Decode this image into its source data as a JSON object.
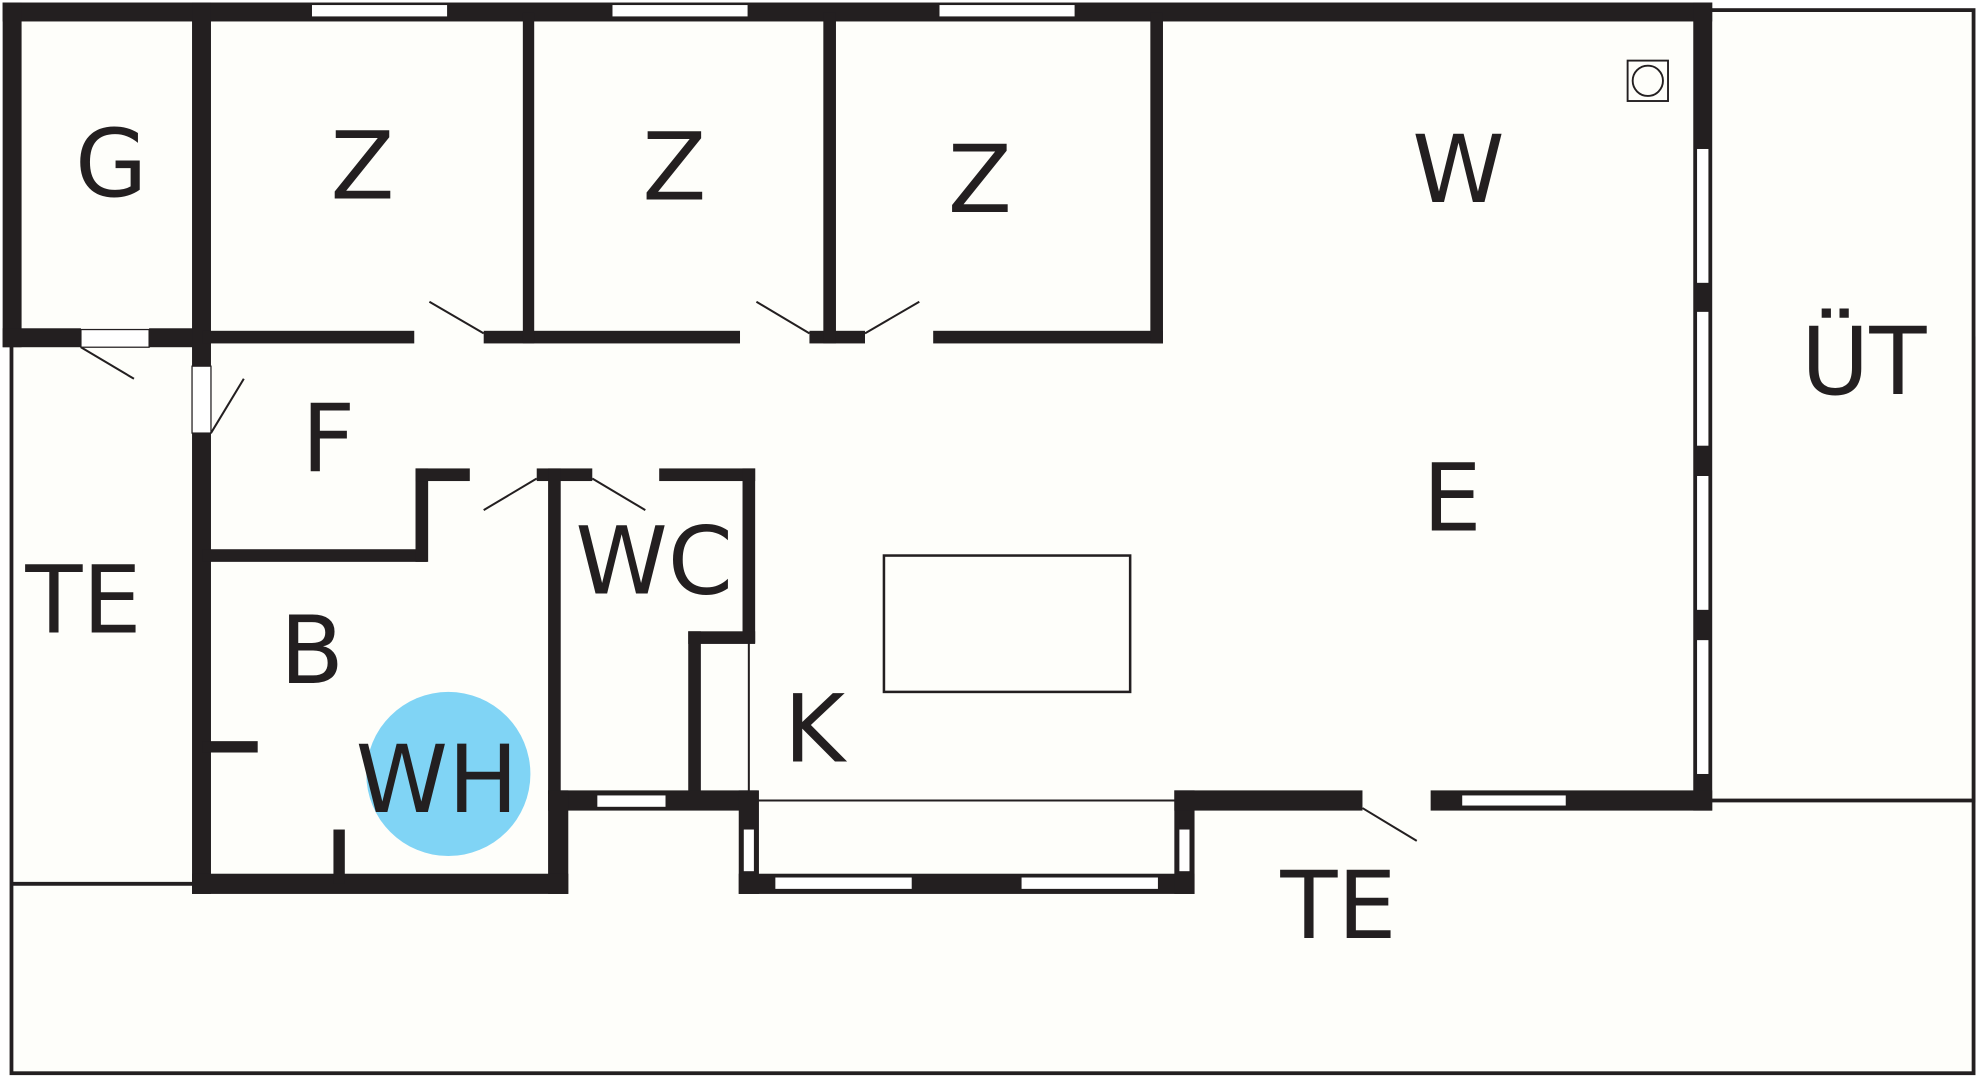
{
  "colors": {
    "background": "#ffffff",
    "floor": "#fefefa",
    "wall": "#231f20",
    "hot_tub": "#80d4f5"
  },
  "labels": {
    "g": "G",
    "z1": "Z",
    "z2": "Z",
    "z3": "Z",
    "w": "W",
    "ut": "ÜT",
    "f": "F",
    "e": "E",
    "wc": "WC",
    "te_left": "TE",
    "b": "B",
    "wh": "WH",
    "k": "K",
    "te_bottom": "TE"
  }
}
